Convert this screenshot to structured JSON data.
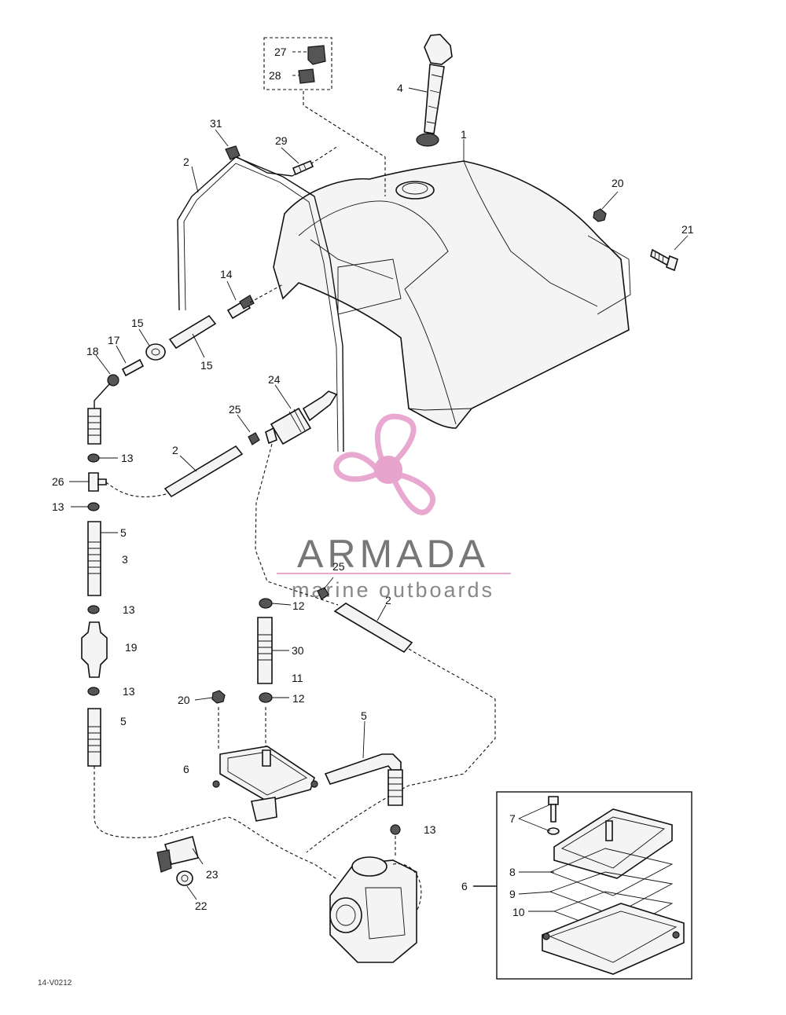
{
  "diagram_code": "14-V0212",
  "watermark": {
    "brand": "ARMADA",
    "tagline": "marine outboards",
    "logo_color": "#e9a8cf",
    "logo_center_color": "#e6a3cb"
  },
  "callouts": {
    "c1": "1",
    "c2a": "2",
    "c2b": "2",
    "c2c": "2",
    "c3": "3",
    "c4": "4",
    "c5a": "5",
    "c5b": "5",
    "c5c": "5",
    "c6a": "6",
    "c6b": "6",
    "c7": "7",
    "c8": "8",
    "c9": "9",
    "c10": "10",
    "c11": "11",
    "c12a": "12",
    "c12b": "12",
    "c13a": "13",
    "c13b": "13",
    "c13c": "13",
    "c13d": "13",
    "c13e": "13",
    "c14": "14",
    "c15a": "15",
    "c15b": "15",
    "c17": "17",
    "c18": "18",
    "c19": "19",
    "c20a": "20",
    "c20b": "20",
    "c21": "21",
    "c22": "22",
    "c23": "23",
    "c24": "24",
    "c25a": "25",
    "c25b": "25",
    "c26": "26",
    "c27": "27",
    "c28": "28",
    "c29": "29",
    "c30": "30",
    "c31": "31"
  }
}
